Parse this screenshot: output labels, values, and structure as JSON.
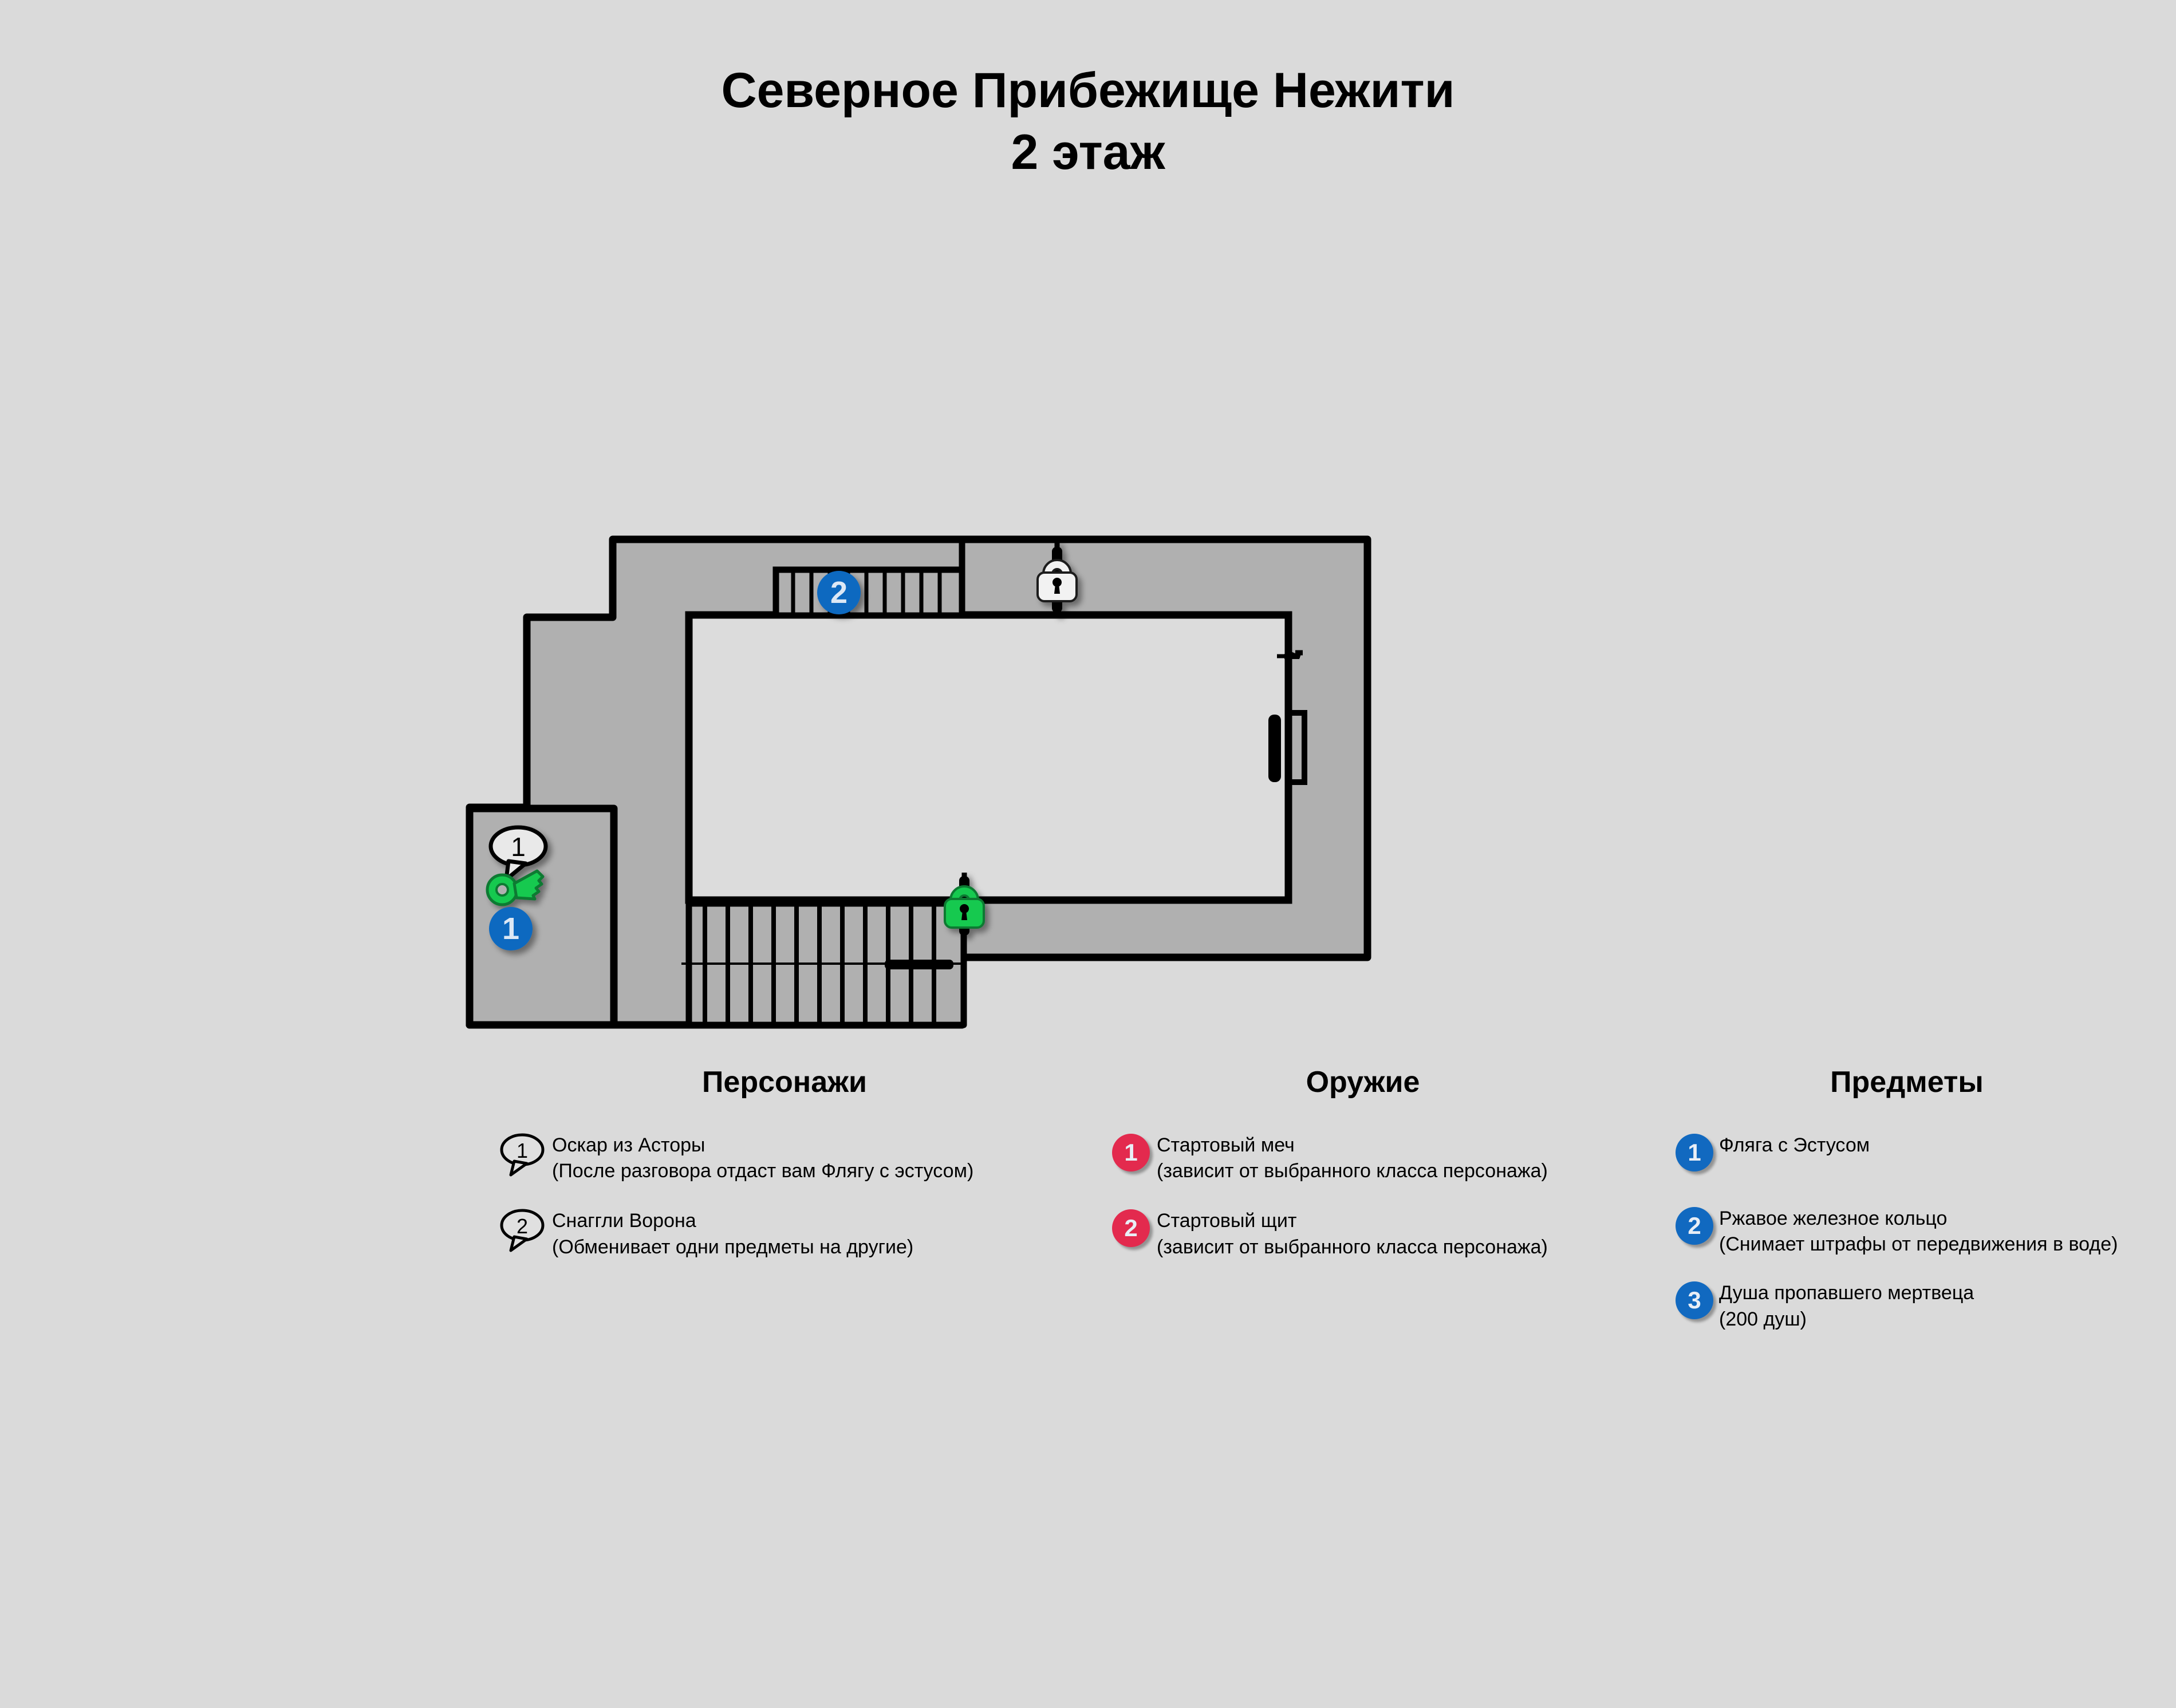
{
  "page": {
    "background_color": "#dadada",
    "wall_fill_color": "#b0b0b0",
    "room_fill_color": "#dcdcdc",
    "outline_color": "#000000",
    "blue_marker_color": "#1169c0",
    "crimson_marker_color": "#e32a4e",
    "green_icon_color": "#12c94f",
    "white_icon_color": "#f2f2f2"
  },
  "title": {
    "line1": "Северное Прибежище Нежити",
    "line2": "2 этаж"
  },
  "map": {
    "markers": [
      {
        "id": "map-npc-1",
        "kind": "speech-bubble",
        "label": "1"
      },
      {
        "id": "map-key-1",
        "kind": "key-icon",
        "label": ""
      },
      {
        "id": "map-item-1",
        "kind": "blue-circle",
        "label": "1"
      },
      {
        "id": "map-item-2",
        "kind": "blue-circle",
        "label": "2"
      },
      {
        "id": "map-lock-white",
        "kind": "lock-icon",
        "label": ""
      },
      {
        "id": "map-lock-green",
        "kind": "lock-icon",
        "label": ""
      }
    ]
  },
  "legend": {
    "characters": {
      "heading": "Персонажи",
      "entries": [
        {
          "num": "1",
          "name": "Оскар из Асторы",
          "note": "(После разговора отдаст вам Флягу с эстусом)"
        },
        {
          "num": "2",
          "name": "Снаггли Ворона",
          "note": "(Обменивает одни предметы на другие)"
        }
      ]
    },
    "weapons": {
      "heading": "Оружие",
      "entries": [
        {
          "num": "1",
          "name": "Стартовый меч",
          "note": "(зависит от выбранного класса персонажа)"
        },
        {
          "num": "2",
          "name": "Стартовый щит",
          "note": "(зависит от выбранного класса персонажа)"
        }
      ]
    },
    "items": {
      "heading": "Предметы",
      "entries": [
        {
          "num": "1",
          "name": "Фляга с Эстусом",
          "note": ""
        },
        {
          "num": "2",
          "name": "Ржавое железное кольцо",
          "note": "(Снимает штрафы от передвижения в воде)"
        },
        {
          "num": "3",
          "name": "Душа пропавшего мертвеца",
          "note": "(200 душ)"
        }
      ]
    }
  }
}
